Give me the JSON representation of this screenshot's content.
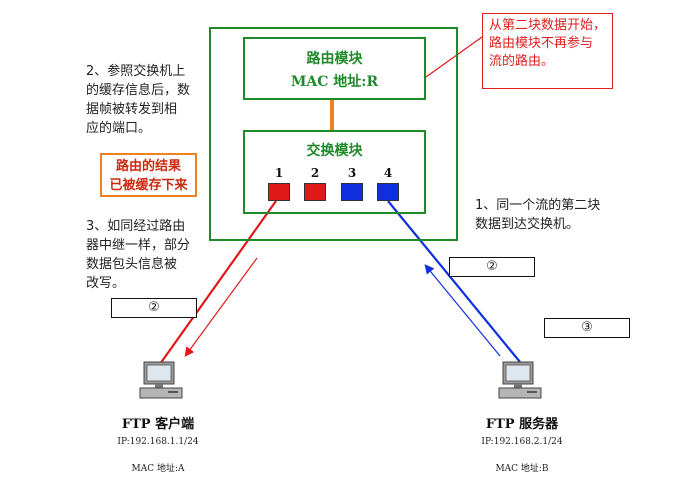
{
  "switch": {
    "routing_module": {
      "title": "路由模块",
      "mac": "MAC 地址:R"
    },
    "switching_module": {
      "title": "交换模块"
    },
    "ports": [
      {
        "label": "1",
        "color": "#e01818"
      },
      {
        "label": "2",
        "color": "#e01818"
      },
      {
        "label": "3",
        "color": "#1030e0"
      },
      {
        "label": "4",
        "color": "#1030e0"
      }
    ]
  },
  "notes": {
    "top_right_note": [
      "从第二块数据开始，",
      "路由模块不再参与",
      "流的路由。"
    ],
    "step2": [
      "2、参照交换机上",
      "的缓存信息后，数",
      "据帧被转发到相",
      "应的端口。"
    ],
    "cached_result": [
      "路由的结果",
      "已被缓存下来"
    ],
    "step3": [
      "3、如同经过路由",
      "器中继一样，部分",
      "数据包头信息被",
      "改写。"
    ],
    "step1": [
      "1、同一个流的第二块",
      "数据到达交换机。"
    ]
  },
  "badges": {
    "left": "②",
    "right_upper": "②",
    "right_lower": "③"
  },
  "hosts": {
    "client": {
      "name": "FTP 客户端",
      "ip": "IP:192.168.1.1/24",
      "mac": "MAC 地址:A"
    },
    "server": {
      "name": "FTP 服务器",
      "ip": "IP:192.168.2.1/24",
      "mac": "MAC 地址:B"
    }
  },
  "colors": {
    "green": "#1f8a2a",
    "red": "#e01818",
    "blue": "#1030e0",
    "orange": "#f08020"
  }
}
